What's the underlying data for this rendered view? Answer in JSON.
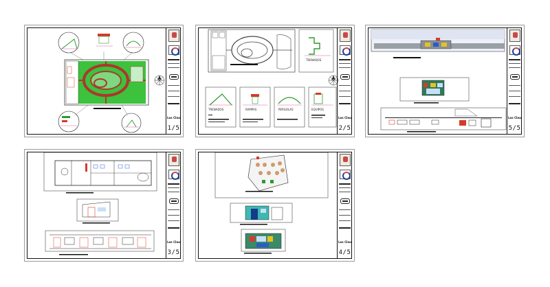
{
  "sheets": [
    {
      "id": "sheet-1",
      "number": "1/5",
      "project": "Los Claustros"
    },
    {
      "id": "sheet-2",
      "number": "2/5",
      "project": "Los Claustros"
    },
    {
      "id": "sheet-3",
      "number": "5/5",
      "project": "Los Claustros"
    },
    {
      "id": "sheet-4",
      "number": "3/5",
      "project": "Los Claustros"
    },
    {
      "id": "sheet-5",
      "number": "4/5",
      "project": "Los Claustros"
    }
  ],
  "sheet2": {
    "detail_labels": [
      "TRENADOS",
      "TRENADOS",
      "RAMPAS",
      "PERGOLAS",
      "EQUIPOS"
    ]
  },
  "colors": {
    "lawn": "#3cc23c",
    "path": "#b0352f",
    "detail_pink": "#e05aa6",
    "detail_green": "#2c9a2c",
    "accent_red": "#d63a2a",
    "accent_blue": "#2a5cc8",
    "accent_yellow": "#e8c21c"
  }
}
